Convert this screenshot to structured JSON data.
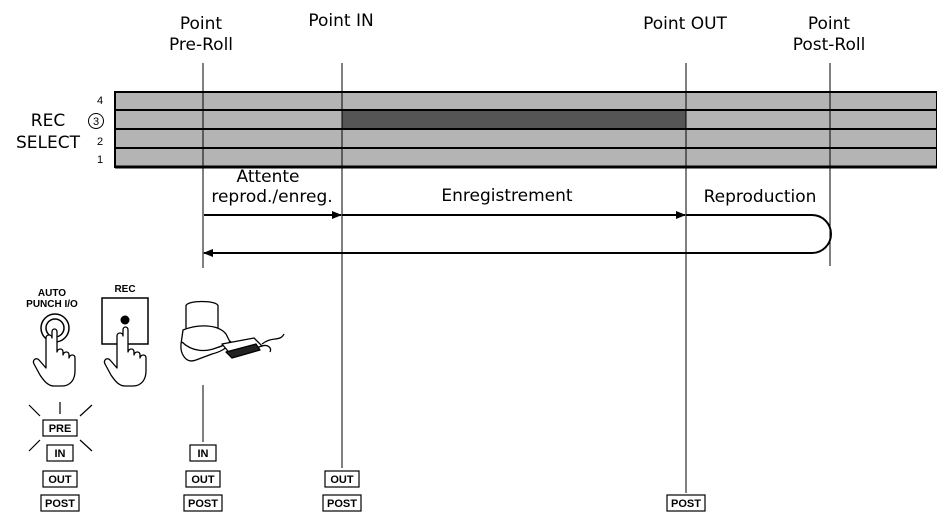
{
  "points": {
    "preroll_line1": "Point",
    "preroll_line2": "Pre-Roll",
    "in": "Point IN",
    "out": "Point OUT",
    "postroll_line1": "Point",
    "postroll_line2": "Post-Roll"
  },
  "rec_select": {
    "line1": "REC",
    "line2": "SELECT",
    "tracks": [
      "4",
      "3",
      "2",
      "1"
    ],
    "selected_track": "3"
  },
  "phases": {
    "wait_line1": "Attente",
    "wait_line2": "reprod./enreg.",
    "record": "Enregistrement",
    "playback": "Reproduction"
  },
  "buttons": {
    "auto_punch_line1": "AUTO",
    "auto_punch_line2": "PUNCH I/O",
    "rec": "REC"
  },
  "indicators": {
    "pre": "PRE",
    "in": "IN",
    "out": "OUT",
    "post": "POST"
  },
  "colors": {
    "track_fill": "#b4b4b4",
    "record_segment": "#555555",
    "line": "#000000"
  }
}
